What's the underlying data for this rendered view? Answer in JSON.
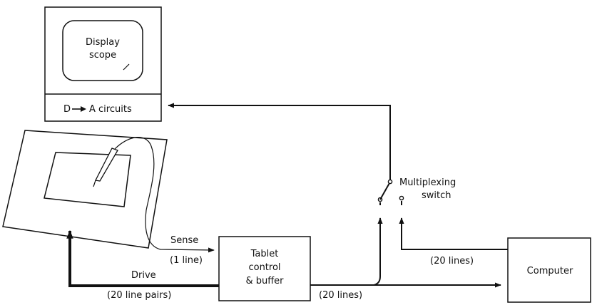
{
  "display": {
    "screen_label_line1": "Display",
    "screen_label_line2": "scope",
    "converter_prefix": "D",
    "converter_label": "A circuits"
  },
  "tablet_controller": {
    "line1": "Tablet",
    "line2": "control",
    "line3": "& buffer"
  },
  "computer": {
    "label": "Computer"
  },
  "switch": {
    "label_line1": "Multiplexing",
    "label_line2": "switch"
  },
  "signals": {
    "sense_label": "Sense",
    "sense_lines": "(1 line)",
    "drive_label": "Drive",
    "drive_lines": "(20 line pairs)",
    "controller_out_lines": "(20 lines)",
    "computer_out_lines": "(20 lines)"
  }
}
